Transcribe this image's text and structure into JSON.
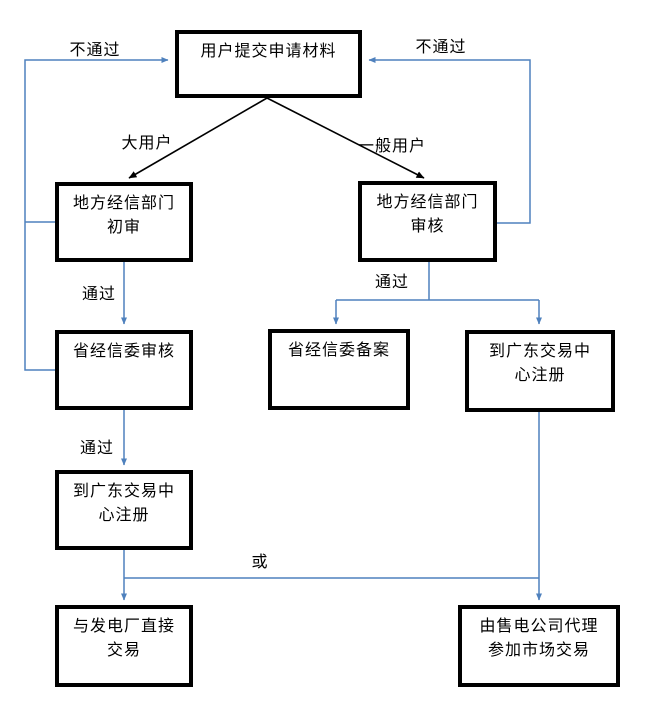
{
  "diagram": {
    "type": "flowchart",
    "language": "zh-CN",
    "nodes": {
      "submit": {
        "line1": "用户提交申请材料"
      },
      "local_preliminary": {
        "line1": "地方经信部门",
        "line2": "初审"
      },
      "local_review": {
        "line1": "地方经信部门",
        "line2": "审核"
      },
      "provincial_review": {
        "line1": "省经信委审核"
      },
      "provincial_filing": {
        "line1": "省经信委备案"
      },
      "register_right": {
        "line1": "到广东交易中",
        "line2": "心注册"
      },
      "register_left": {
        "line1": "到广东交易中",
        "line2": "心注册"
      },
      "direct_trade": {
        "line1": "与发电厂直接",
        "line2": "交易"
      },
      "agent_trade": {
        "line1": "由售电公司代理",
        "line2": "参加市场交易"
      }
    },
    "edge_labels": {
      "reject_left": "不通过",
      "reject_right": "不通过",
      "large_user": "大用户",
      "general_user": "一般用户",
      "pass_upper_left": "通过",
      "pass_right": "通过",
      "pass_lower_left": "通过",
      "or": "或"
    },
    "colors": {
      "connector": "#4f81bd",
      "box_border": "#000000",
      "text": "#000000",
      "background": "#ffffff"
    }
  }
}
